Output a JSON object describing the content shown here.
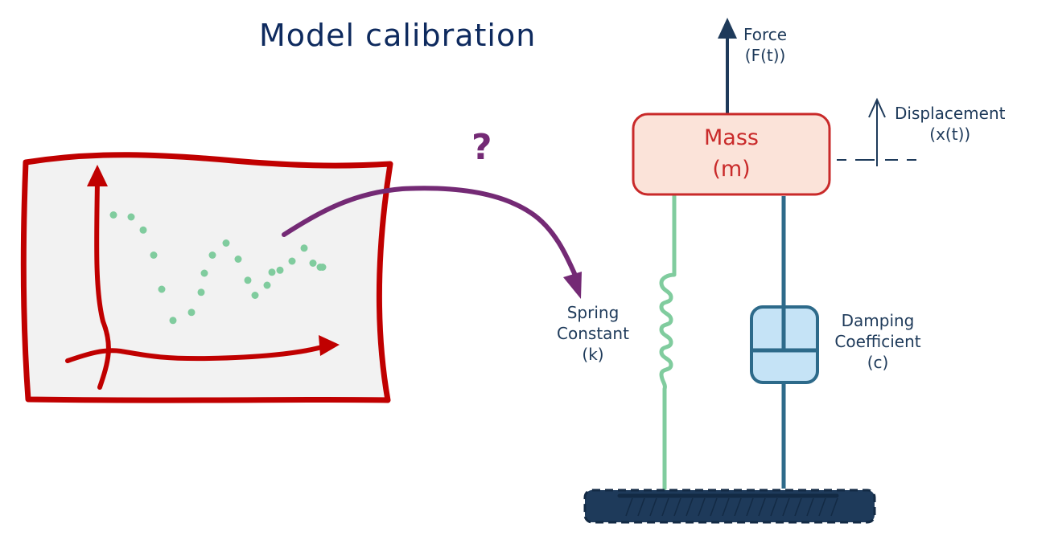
{
  "title": "Model calibration",
  "question_mark": "?",
  "force": {
    "line1": "Force",
    "line2": "(F(t))"
  },
  "displacement": {
    "line1": "Displacement",
    "line2": "(x(t))"
  },
  "mass": {
    "line1": "Mass",
    "line2": "(m)"
  },
  "spring": {
    "line1": "Spring",
    "line2": "Constant",
    "line3": "(k)"
  },
  "damper": {
    "line1": "Damping",
    "line2": "Coefficient",
    "line3": "(c)"
  },
  "colors": {
    "title": "#0e2a5e",
    "plot_frame": "#c00000",
    "plot_bg": "#f2f2f2",
    "data_points": "#80cc9e",
    "arrow": "#742a75",
    "mass_stroke": "#c92a2a",
    "mass_fill": "#fbe3d9",
    "spring": "#80cc9e",
    "damper_stroke": "#2d6a8a",
    "damper_fill": "#c5e3f6",
    "ground": "#1e3a5a",
    "label_text": "#1e3a5a"
  },
  "chart_data": {
    "type": "scatter",
    "title": "",
    "xlabel": "",
    "ylabel": "",
    "description": "Sketched damped oscillation data points (unlabeled axes)",
    "x": [
      1,
      2,
      3,
      4,
      5,
      6,
      7,
      8,
      9,
      10,
      11,
      12,
      13,
      14,
      15,
      16,
      17,
      18,
      19,
      20,
      21,
      22
    ],
    "y": [
      0.9,
      0.88,
      0.75,
      0.5,
      0.16,
      -0.15,
      -0.07,
      0.13,
      0.32,
      0.5,
      0.62,
      0.46,
      0.25,
      0.1,
      0.2,
      0.33,
      0.35,
      0.44,
      0.57,
      0.42,
      0.38,
      0.38
    ]
  }
}
